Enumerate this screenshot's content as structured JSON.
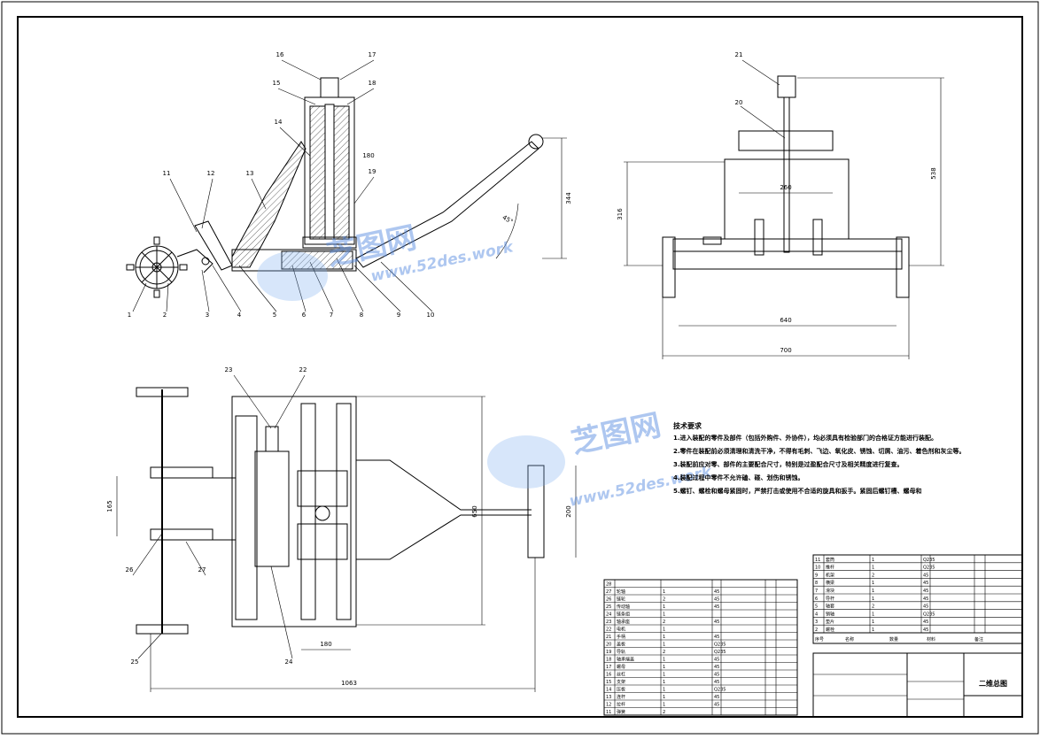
{
  "drawing": {
    "title": "二维总图",
    "watermark": {
      "brand": "芝图网",
      "url": "www.52des.work"
    }
  },
  "front_view": {
    "part_labels": [
      "1",
      "2",
      "3",
      "4",
      "5",
      "6",
      "7",
      "8",
      "9",
      "10",
      "11",
      "12",
      "13",
      "14",
      "15",
      "16",
      "17",
      "18",
      "19"
    ],
    "dimensions": {
      "height": "344",
      "angle": "45°",
      "inner": "180"
    }
  },
  "side_view": {
    "part_labels": [
      "20",
      "21"
    ],
    "dimensions": {
      "width_inner": "260",
      "width_mid": "640",
      "width_total": "700",
      "height_left": "316",
      "height_right": "538"
    }
  },
  "top_view": {
    "part_labels": [
      "22",
      "23",
      "24",
      "25",
      "26",
      "27"
    ],
    "dimensions": {
      "spacing": "165",
      "frame_length": "650",
      "handle": "200",
      "small": "180",
      "total_length": "1063"
    }
  },
  "technical_requirements": {
    "heading": "技术要求",
    "items": [
      "1.进入装配的零件及部件（包括外购件、外协件），均必须具有检验部门的合格证方能进行装配。",
      "2.零件在装配前必须清理和清洗干净，不得有毛刺、飞边、氧化皮、锈蚀、切屑、油污、着色剂和灰尘等。",
      "3.装配前应对零、部件的主要配合尺寸，特别是过盈配合尺寸及相关精度进行复查。",
      "4.装配过程中零件不允许磕、碰、划伤和锈蚀。",
      "5.螺钉、螺栓和螺母紧固时，严禁打击或使用不合适的旋具和扳手。紧固后螺钉槽、螺母和"
    ]
  },
  "bom_left": {
    "rows": [
      {
        "no": "28",
        "name": "",
        "qty": "",
        "mat": ""
      },
      {
        "no": "27",
        "name": "轮轴",
        "qty": "1",
        "mat": "45"
      },
      {
        "no": "26",
        "name": "链轮",
        "qty": "2",
        "mat": "45"
      },
      {
        "no": "25",
        "name": "传动轴",
        "qty": "1",
        "mat": "45"
      },
      {
        "no": "24",
        "name": "链条组",
        "qty": "1",
        "mat": ""
      },
      {
        "no": "23",
        "name": "轴承座",
        "qty": "2",
        "mat": "45"
      },
      {
        "no": "22",
        "name": "电机",
        "qty": "1",
        "mat": ""
      },
      {
        "no": "21",
        "name": "手柄",
        "qty": "1",
        "mat": "45"
      },
      {
        "no": "20",
        "name": "盖板",
        "qty": "1",
        "mat": "Q235"
      },
      {
        "no": "19",
        "name": "导轨",
        "qty": "2",
        "mat": "Q235"
      },
      {
        "no": "18",
        "name": "轴承端盖",
        "qty": "1",
        "mat": "45"
      },
      {
        "no": "17",
        "name": "螺母",
        "qty": "1",
        "mat": "45"
      },
      {
        "no": "16",
        "name": "丝杠",
        "qty": "1",
        "mat": "45"
      },
      {
        "no": "15",
        "name": "支架",
        "qty": "1",
        "mat": "45"
      },
      {
        "no": "14",
        "name": "压板",
        "qty": "1",
        "mat": "Q235"
      },
      {
        "no": "13",
        "name": "连杆",
        "qty": "1",
        "mat": "45"
      },
      {
        "no": "12",
        "name": "拉杆",
        "qty": "1",
        "mat": "45"
      },
      {
        "no": "11",
        "name": "弹簧",
        "qty": "2",
        "mat": ""
      }
    ]
  },
  "bom_right": {
    "rows": [
      {
        "no": "11",
        "name": "套筒",
        "qty": "1",
        "mat": "Q235"
      },
      {
        "no": "10",
        "name": "推杆",
        "qty": "1",
        "mat": "Q235"
      },
      {
        "no": "9",
        "name": "机架",
        "qty": "2",
        "mat": "45"
      },
      {
        "no": "8",
        "name": "横梁",
        "qty": "1",
        "mat": "45"
      },
      {
        "no": "7",
        "name": "滑块",
        "qty": "1",
        "mat": "45"
      },
      {
        "no": "6",
        "name": "导杆",
        "qty": "1",
        "mat": "45"
      },
      {
        "no": "5",
        "name": "轴套",
        "qty": "2",
        "mat": "45"
      },
      {
        "no": "4",
        "name": "销轴",
        "qty": "1",
        "mat": "Q235"
      },
      {
        "no": "3",
        "name": "垫片",
        "qty": "1",
        "mat": "45"
      },
      {
        "no": "2",
        "name": "螺栓",
        "qty": "1",
        "mat": "45"
      }
    ],
    "header": {
      "no": "序号",
      "name": "名称",
      "qty": "数量",
      "mat": "材料",
      "note": "备注"
    }
  }
}
